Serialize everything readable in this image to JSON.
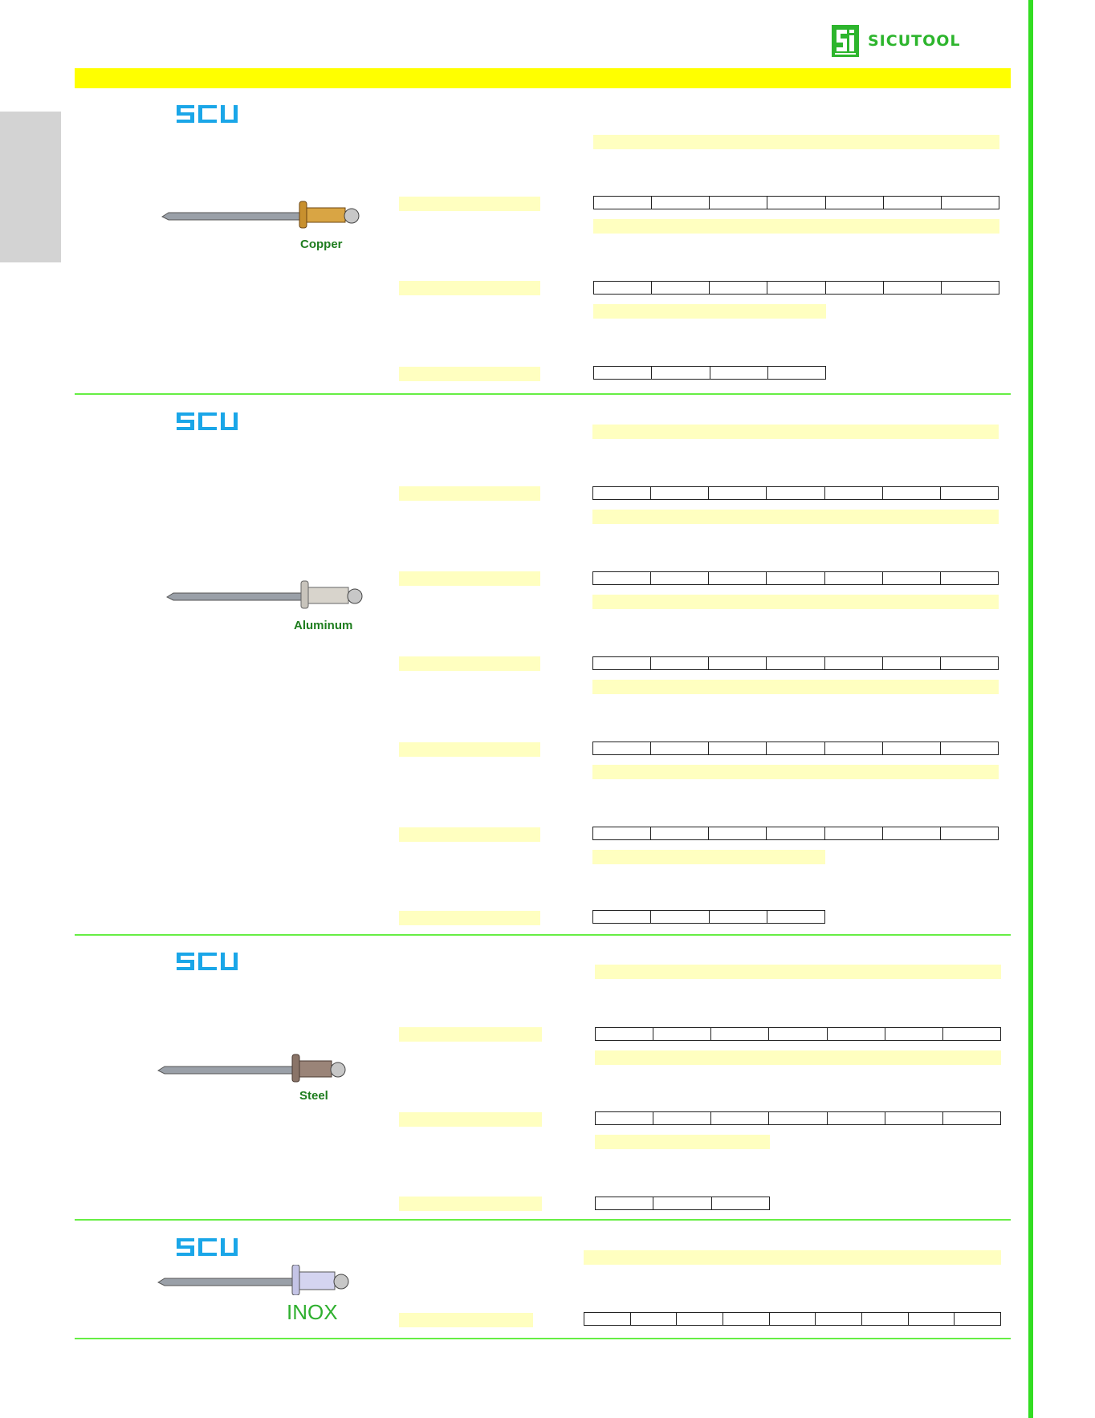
{
  "brand": {
    "name": "SICUTOOL"
  },
  "colors": {
    "accent_green": "#33dd22",
    "header_yellow": "#ffff00",
    "row_yellow": "#ffffc0",
    "brand_blue": "#1aa6e8"
  },
  "sections": [
    {
      "id": "copper",
      "brand_mark": "SCU",
      "material": "Copper"
    },
    {
      "id": "aluminum",
      "brand_mark": "SCU",
      "material": "Aluminum"
    },
    {
      "id": "steel",
      "brand_mark": "SCU",
      "material": "Steel"
    },
    {
      "id": "inox",
      "brand_mark": "SCU",
      "material": "INOX"
    }
  ]
}
